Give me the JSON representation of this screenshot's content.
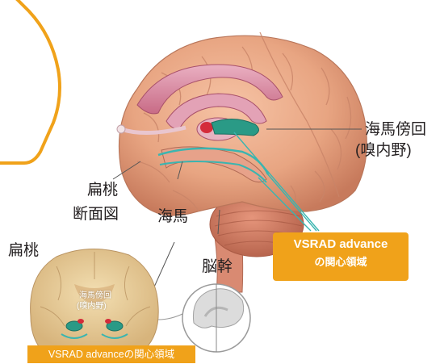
{
  "labels": {
    "parahippocampal": "海馬傍回",
    "entorhinal": "(嗅内野)",
    "amygdala_section_line1": "扁桃",
    "amygdala_section_line2": "断面図",
    "amygdala": "扁桃",
    "hippocampus": "海馬",
    "brainstem": "脳幹",
    "section_parahippocampal": "海馬傍回",
    "section_entorhinal": "(嗅内野)"
  },
  "badges": {
    "roi_line1": "VSRAD advance",
    "roi_line2": "の関心領域",
    "roi_bottom": "VSRAD advanceの関心領域"
  },
  "colors": {
    "accent_orange": "#f0a21a",
    "leader_teal": "#3ab5b0",
    "brain": "#e8a582",
    "limbic_pink": "#d9829a"
  }
}
